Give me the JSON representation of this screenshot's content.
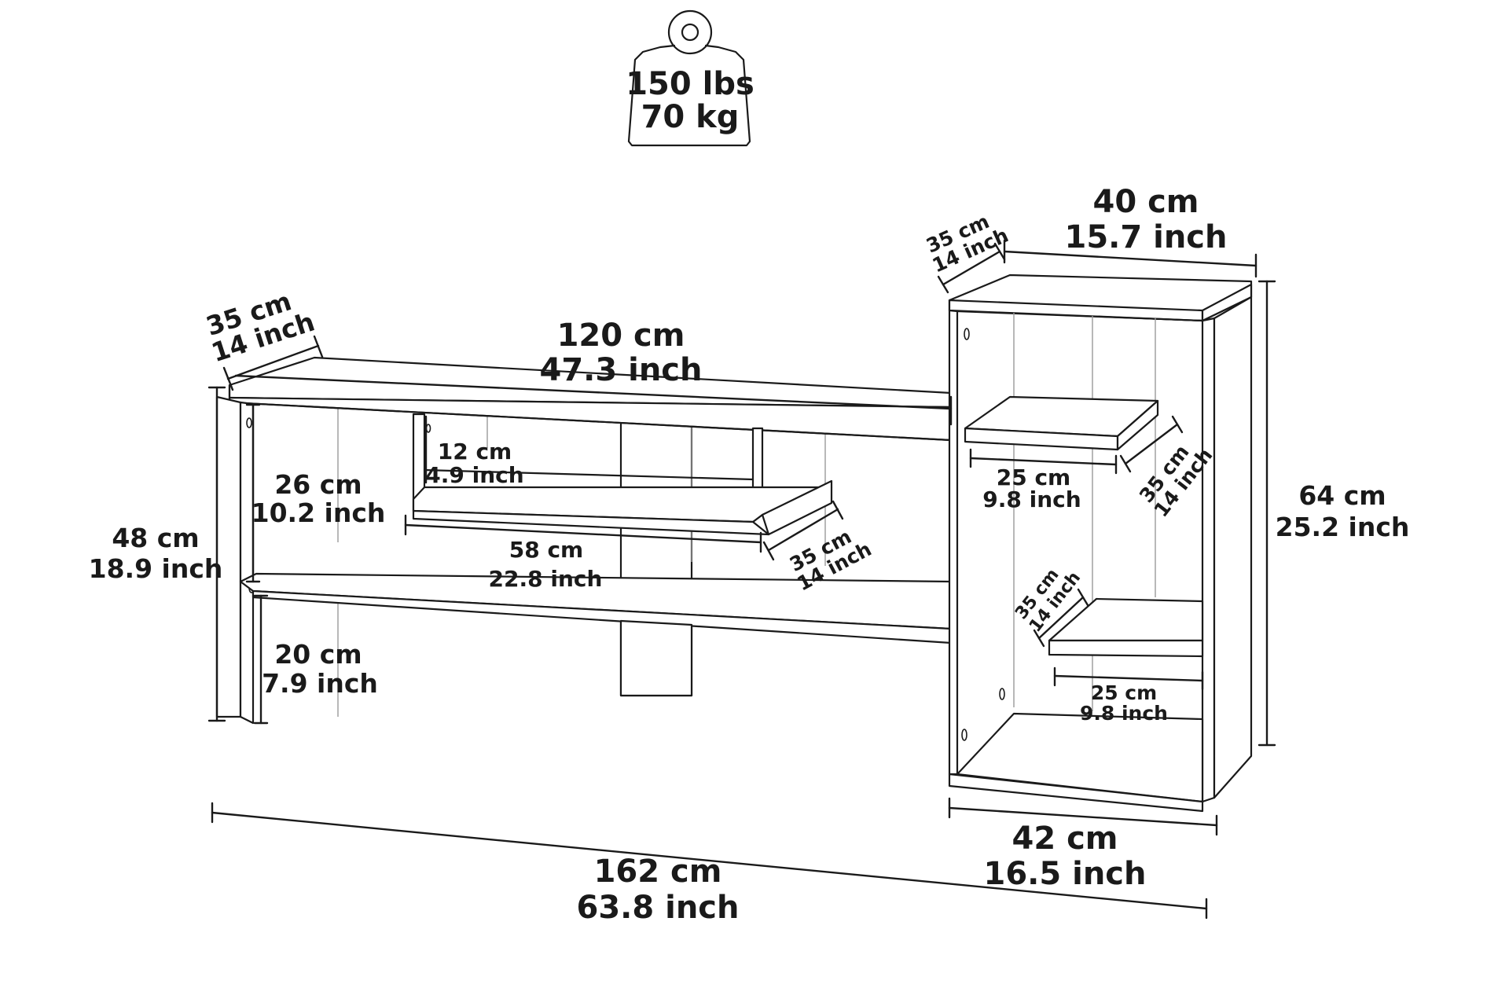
{
  "weight": {
    "lbs": "150 lbs",
    "kg": "70 kg"
  },
  "dimensions": {
    "top_width": {
      "cm": "120 cm",
      "inch": "47.3 inch"
    },
    "left_depth": {
      "cm": "35 cm",
      "inch": "14 inch"
    },
    "tower_width": {
      "cm": "40 cm",
      "inch": "15.7 inch"
    },
    "tower_top_depth": {
      "cm": "35 cm",
      "inch": "14 inch"
    },
    "tower_height": {
      "cm": "64 cm",
      "inch": "25.2 inch"
    },
    "bench_height": {
      "cm": "48 cm",
      "inch": "18.9 inch"
    },
    "upper_gap": {
      "cm": "26 cm",
      "inch": "10.2 inch"
    },
    "drawer_height": {
      "cm": "12 cm",
      "inch": "4.9 inch"
    },
    "drawer_width": {
      "cm": "58 cm",
      "inch": "22.8 inch"
    },
    "drawer_depth": {
      "cm": "35 cm",
      "inch": "14 inch"
    },
    "lower_gap": {
      "cm": "20 cm",
      "inch": "7.9 inch"
    },
    "tower_shelf_upper_width": {
      "cm": "25 cm",
      "inch": "9.8 inch"
    },
    "tower_shelf_upper_depth": {
      "cm": "35 cm",
      "inch": "14 inch"
    },
    "tower_shelf_lower_depth": {
      "cm": "35 cm",
      "inch": "14 inch"
    },
    "tower_shelf_lower_width": {
      "cm": "25 cm",
      "inch": "9.8 inch"
    },
    "tower_base_width": {
      "cm": "42 cm",
      "inch": "16.5 inch"
    },
    "total_width": {
      "cm": "162 cm",
      "inch": "63.8 inch"
    }
  }
}
